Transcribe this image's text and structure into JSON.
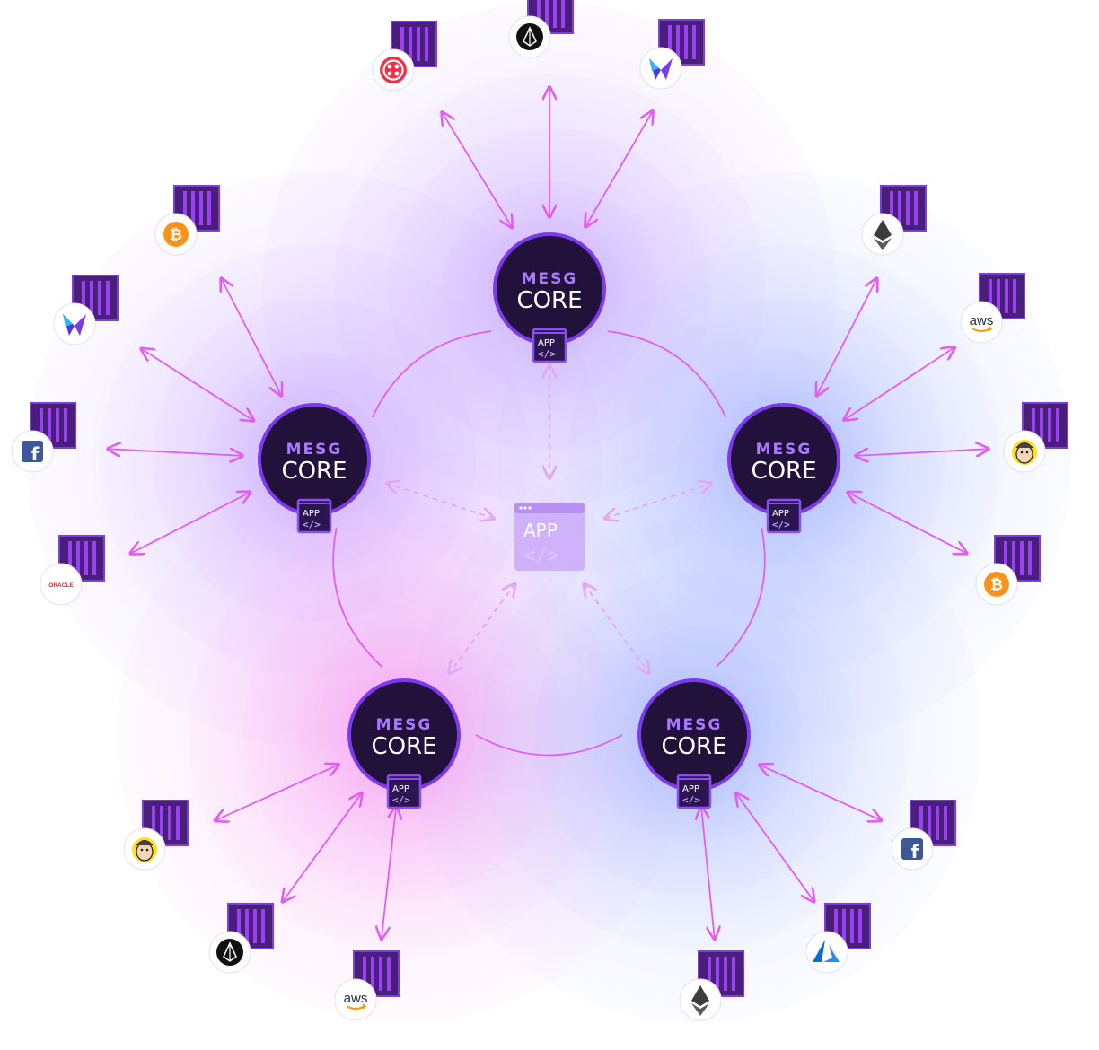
{
  "colors": {
    "core_fill": "#22113a",
    "core_ring": "#7c3aed",
    "mesg_text": "#a979ff",
    "core_text": "#ffffff",
    "link": "#e05ef0",
    "dashed_link": "#e3a7f2",
    "service_fill": "#4a1f7a",
    "service_bar": "#9a40f5",
    "halo_purple": "#c9a7ff",
    "halo_pink": "#f3a6f2",
    "halo_blue": "#a9b6ff"
  },
  "center_app": {
    "label": "APP",
    "code": "</>"
  },
  "cores": [
    {
      "id": "top",
      "mesg": "MESG",
      "core": "CORE",
      "app": "APP",
      "code": "</>"
    },
    {
      "id": "left",
      "mesg": "MESG",
      "core": "CORE",
      "app": "APP",
      "code": "</>"
    },
    {
      "id": "right",
      "mesg": "MESG",
      "core": "CORE",
      "app": "APP",
      "code": "</>"
    },
    {
      "id": "bottom-left",
      "mesg": "MESG",
      "core": "CORE",
      "app": "APP",
      "code": "</>"
    },
    {
      "id": "bottom-right",
      "mesg": "MESG",
      "core": "CORE",
      "app": "APP",
      "code": "</>"
    }
  ],
  "services": [
    {
      "icon": "twilio-icon",
      "core": "top"
    },
    {
      "icon": "eos-icon",
      "core": "top"
    },
    {
      "icon": "butterfly-icon",
      "core": "top"
    },
    {
      "icon": "bitcoin-icon",
      "core": "left"
    },
    {
      "icon": "butterfly-icon",
      "core": "left"
    },
    {
      "icon": "facebook-icon",
      "core": "left"
    },
    {
      "icon": "oracle-icon",
      "core": "left",
      "text": "ORACLE"
    },
    {
      "icon": "ethereum-icon",
      "core": "right"
    },
    {
      "icon": "aws-icon",
      "core": "right",
      "text": "aws"
    },
    {
      "icon": "mailchimp-icon",
      "core": "right"
    },
    {
      "icon": "bitcoin-icon",
      "core": "right"
    },
    {
      "icon": "mailchimp-icon",
      "core": "bottom-left"
    },
    {
      "icon": "eos-icon",
      "core": "bottom-left"
    },
    {
      "icon": "aws-icon",
      "core": "bottom-left",
      "text": "aws"
    },
    {
      "icon": "facebook-icon",
      "core": "bottom-right"
    },
    {
      "icon": "azure-icon",
      "core": "bottom-right"
    },
    {
      "icon": "ethereum-icon",
      "core": "bottom-right"
    }
  ]
}
